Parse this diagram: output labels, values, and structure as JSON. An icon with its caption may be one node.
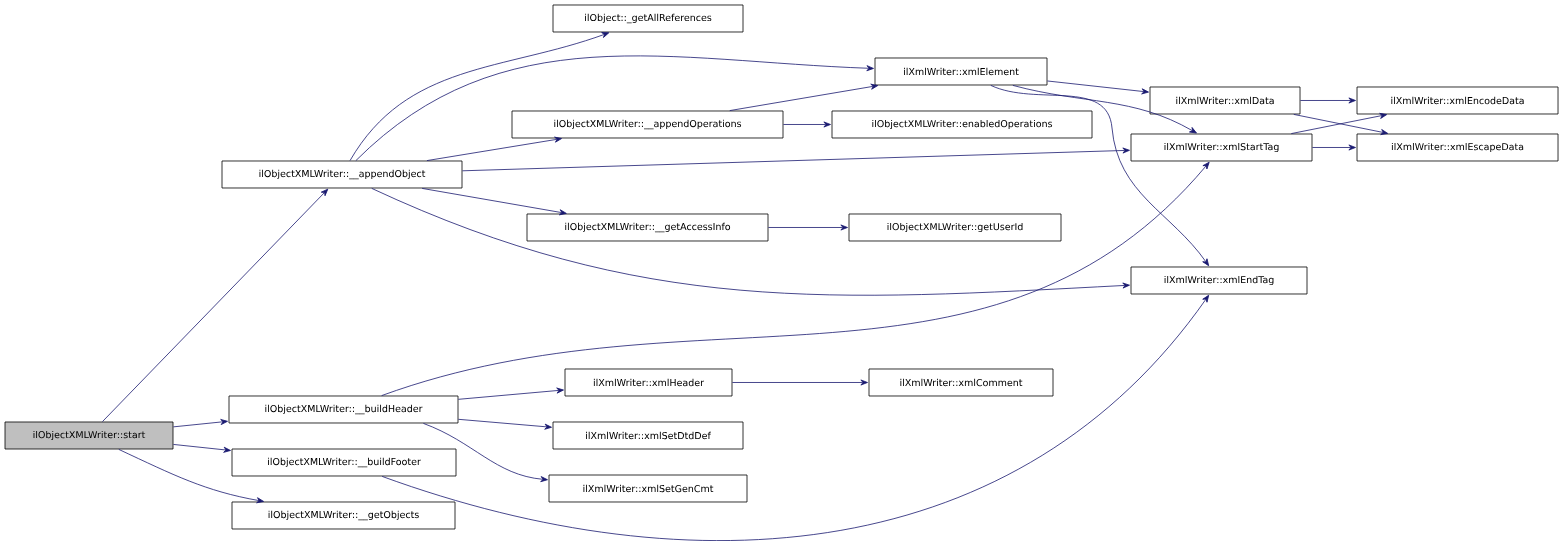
{
  "diagram": {
    "nodes": [
      {
        "text": [
          "ilObjectXMLWriter::start"
        ]
      },
      {
        "text": [
          "ilObjectXMLWriter::__appendObject"
        ]
      },
      {
        "text": [
          "ilObjectXMLWriter::__buildHeader"
        ]
      },
      {
        "text": [
          "ilObjectXMLWriter::__buildFooter"
        ]
      },
      {
        "text": [
          "ilObjectXMLWriter::__getObjects"
        ]
      },
      {
        "text": [
          "ilObject::_getAllReferences"
        ]
      },
      {
        "text": [
          "ilXmlWriter::xmlElement"
        ]
      },
      {
        "text": [
          "ilObjectXMLWriter::__appendOperations"
        ]
      },
      {
        "text": [
          "ilObjectXMLWriter::enabledOperations"
        ]
      },
      {
        "text": [
          "ilObjectXMLWriter::__getAccessInfo"
        ]
      },
      {
        "text": [
          "ilObjectXMLWriter::getUserId"
        ]
      },
      {
        "text": [
          "ilXmlWriter::xmlData"
        ]
      },
      {
        "text": [
          "ilXmlWriter::xmlStartTag"
        ]
      },
      {
        "text": [
          "ilXmlWriter::xmlEncodeData"
        ]
      },
      {
        "text": [
          "ilXmlWriter::xmlEscapeData"
        ]
      },
      {
        "text": [
          "ilXmlWriter::xmlEndTag"
        ]
      },
      {
        "text": [
          "ilXmlWriter::xmlHeader"
        ]
      },
      {
        "text": [
          "ilXmlWriter::xmlComment"
        ]
      },
      {
        "text": [
          "ilXmlWriter::xmlSetDtdDef"
        ]
      },
      {
        "text": [
          "ilXmlWriter::xmlSetGenCmt"
        ]
      }
    ],
    "edges": [
      {
        "from": 0,
        "to": 1,
        "arrow": "to"
      },
      {
        "from": 0,
        "to": 2,
        "arrow": "to"
      },
      {
        "from": 0,
        "to": 3,
        "arrow": "to"
      },
      {
        "from": 0,
        "to": 4,
        "arrow": "to"
      },
      {
        "from": 1,
        "to": 5,
        "arrow": "to"
      },
      {
        "from": 1,
        "to": 6,
        "arrow": "to"
      },
      {
        "from": 1,
        "to": 7,
        "arrow": "to"
      },
      {
        "from": 1,
        "to": 12,
        "arrow": "to"
      },
      {
        "from": 1,
        "to": 9,
        "arrow": "to"
      },
      {
        "from": 1,
        "to": 15,
        "arrow": "to"
      },
      {
        "from": 7,
        "to": 6,
        "arrow": "to"
      },
      {
        "from": 7,
        "to": 8,
        "arrow": "to"
      },
      {
        "from": 9,
        "to": 10,
        "arrow": "to"
      },
      {
        "from": 6,
        "to": 11,
        "arrow": "to"
      },
      {
        "from": 6,
        "to": 12,
        "arrow": "to"
      },
      {
        "from": 6,
        "to": 15,
        "arrow": "to"
      },
      {
        "from": 11,
        "to": 13,
        "arrow": "to"
      },
      {
        "from": 11,
        "to": 14,
        "arrow": "to"
      },
      {
        "from": 12,
        "to": 13,
        "arrow": "to"
      },
      {
        "from": 12,
        "to": 14,
        "arrow": "to"
      },
      {
        "from": 2,
        "to": 12,
        "arrow": "to"
      },
      {
        "from": 2,
        "to": 16,
        "arrow": "to"
      },
      {
        "from": 2,
        "to": 18,
        "arrow": "to"
      },
      {
        "from": 2,
        "to": 19,
        "arrow": "to"
      },
      {
        "from": 16,
        "to": 17,
        "arrow": "to"
      },
      {
        "from": 3,
        "to": 15,
        "arrow": "to"
      }
    ]
  }
}
